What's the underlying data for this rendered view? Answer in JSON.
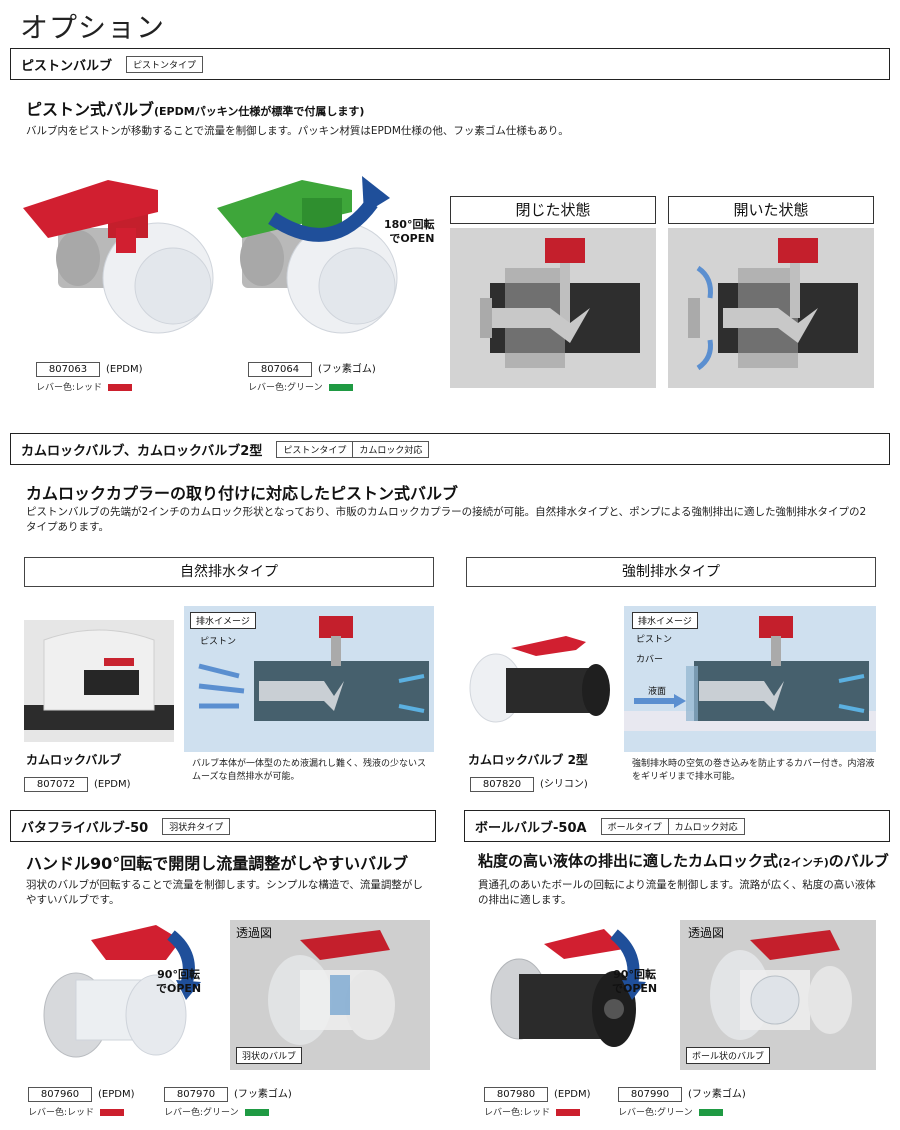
{
  "page": {
    "title": "オプション"
  },
  "s1": {
    "bar_title": "ピストンバルブ",
    "tags": [
      "ピストンタイプ"
    ],
    "heading": "ピストン式バルブ",
    "heading_note": "(EPDMパッキン仕様が標準で付属します)",
    "desc": "バルブ内をピストンが移動することで流量を制御します。パッキン材質はEPDM仕様の他、フッ素ゴム仕様もあり。",
    "rotate_label_1": "180°回転",
    "rotate_label_2": "でOPEN",
    "state_closed": "閉じた状態",
    "state_open": "開いた状態",
    "products": [
      {
        "code": "807063",
        "material": "(EPDM)",
        "lever": "レバー色:レッド",
        "color": "#cc1f2d"
      },
      {
        "code": "807064",
        "material": "(フッ素ゴム)",
        "lever": "レバー色:グリーン",
        "color": "#1f9a43"
      }
    ]
  },
  "s2": {
    "bar_title": "カムロックバルブ、カムロックバルブ2型",
    "tags": [
      "ピストンタイプ",
      "カムロック対応"
    ],
    "heading": "カムロックカプラーの取り付けに対応したピストン式バルブ",
    "desc": "ピストンバルブの先端が2インチのカムロック形状となっており、市販のカムロックカプラーの接続が可能。自然排水タイプと、ポンプによる強制排出に適した強制排水タイプの2タイプあります。",
    "type_natural": "自然排水タイプ",
    "type_forced": "強制排水タイプ",
    "img_label": "排水イメージ",
    "piston_label": "ピストン",
    "cover_label": "カバー",
    "liquid_label": "液面",
    "natural": {
      "name": "カムロックバルブ",
      "code": "807072",
      "material": "(EPDM)",
      "note": "バルブ本体が一体型のため液漏れし難く、残液の少ないスムーズな自然排水が可能。"
    },
    "forced": {
      "name": "カムロックバルブ 2型",
      "code": "807820",
      "material": "(シリコン)",
      "note": "強制排水時の空気の巻き込みを防止するカバー付き。内溶液をギリギリまで排水可能。"
    }
  },
  "s3": {
    "bar_title": "バタフライバルブ-50",
    "tags": [
      "羽状弁タイプ"
    ],
    "heading": "ハンドル90°回転で開閉し流量調整がしやすいバルブ",
    "desc": "羽状のバルブが回転することで流量を制御します。シンプルな構造で、流量調整がしやすいバルブです。",
    "rotate_label_1": "90°回転",
    "rotate_label_2": "でOPEN",
    "xray_label": "透過図",
    "callout": "羽状のバルブ",
    "products": [
      {
        "code": "807960",
        "material": "(EPDM)",
        "lever": "レバー色:レッド",
        "color": "#cc1f2d"
      },
      {
        "code": "807970",
        "material": "(フッ素ゴム)",
        "lever": "レバー色:グリーン",
        "color": "#1f9a43"
      }
    ]
  },
  "s4": {
    "bar_title": "ボールバルブ-50A",
    "tags": [
      "ボールタイプ",
      "カムロック対応"
    ],
    "heading": "粘度の高い液体の排出に適したカムロック式",
    "heading_note": "(2インチ)",
    "heading_end": "のバルブ",
    "desc": "貫通孔のあいたボールの回転により流量を制御します。流路が広く、粘度の高い液体の排出に適します。",
    "rotate_label_1": "90°回転",
    "rotate_label_2": "でOPEN",
    "xray_label": "透過図",
    "callout": "ボール状のバルブ",
    "products": [
      {
        "code": "807980",
        "material": "(EPDM)",
        "lever": "レバー色:レッド",
        "color": "#cc1f2d"
      },
      {
        "code": "807990",
        "material": "(フッ素ゴム)",
        "lever": "レバー色:グリーン",
        "color": "#1f9a43"
      }
    ]
  }
}
